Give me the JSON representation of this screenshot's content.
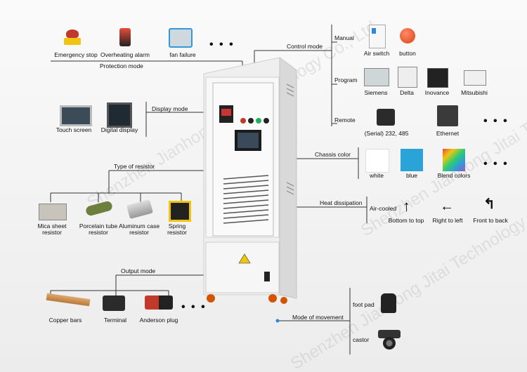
{
  "watermark": "Shenzhen Jianhong Jitai Technology Co., Ltd",
  "protection": {
    "title": "Protection mode",
    "items": [
      "Emergency stop",
      "Overheating alarm",
      "fan failure"
    ]
  },
  "control": {
    "title": "Control mode",
    "manual": {
      "label": "Manual",
      "items": [
        "Air switch",
        "button"
      ]
    },
    "program": {
      "label": "Program",
      "items": [
        "Siemens",
        "Delta",
        "Inovance",
        "Mitsubishi"
      ]
    },
    "remote": {
      "label": "Remote",
      "items": [
        "(Serial) 232, 485",
        "Ethernet"
      ]
    }
  },
  "display": {
    "title": "Display mode",
    "items": [
      "Touch screen",
      "Digital display"
    ]
  },
  "chassis": {
    "title": "Chassis color",
    "items": [
      {
        "label": "white",
        "color": "#ffffff"
      },
      {
        "label": "blue",
        "color": "#2aa3d8"
      },
      {
        "label": "Blend colors",
        "color": "gradient"
      }
    ]
  },
  "resistor": {
    "title": "Type of resistor",
    "items": [
      "Mica sheet resistor",
      "Porcelain tube resistor",
      "Aluminum case resistor",
      "Spring resistor"
    ]
  },
  "heat": {
    "title": "Heat dissipation",
    "sub": "Air-cooled",
    "items": [
      "Bottom to top",
      "Right to left",
      "Front to back"
    ]
  },
  "output": {
    "title": "Output mode",
    "items": [
      "Copper bars",
      "Terminal",
      "Anderson plug"
    ]
  },
  "movement": {
    "title": "Mode of movement",
    "items": [
      "foot pad",
      "castor"
    ]
  },
  "more_symbol": "• • •",
  "colors": {
    "line": "#333333",
    "dot": "#2e86de",
    "cabinet": "#f4f4f4"
  }
}
